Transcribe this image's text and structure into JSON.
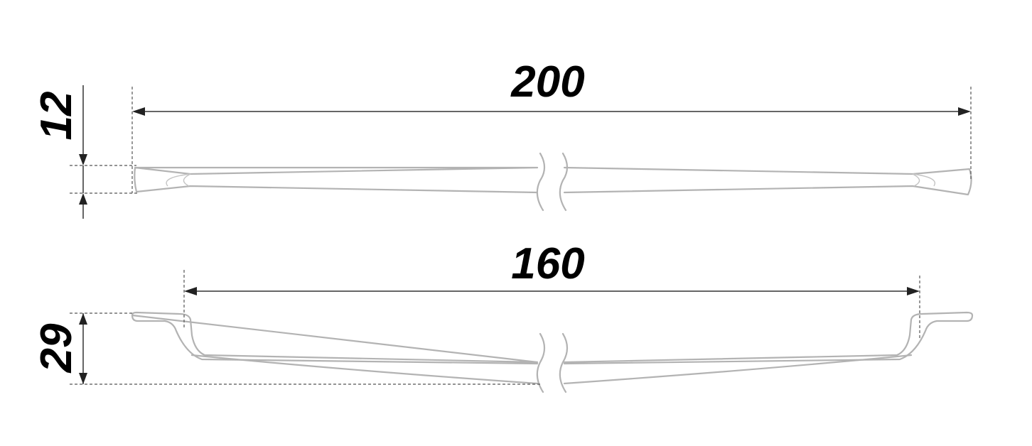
{
  "dimensions": {
    "overall_length": "200",
    "hole_spacing": "160",
    "thickness": "12",
    "height": "29"
  }
}
